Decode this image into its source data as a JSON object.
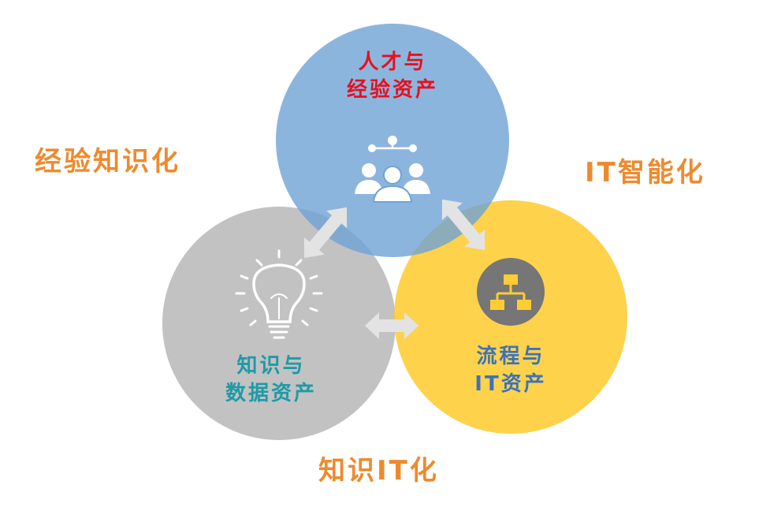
{
  "outer_labels": {
    "experience_knowledge": "经验知识化",
    "it_intelligence": "IT智能化",
    "knowledge_it": "知识IT化"
  },
  "circles": {
    "talent": {
      "line1": "人才与",
      "line2": "经验资产",
      "icon": "people-network-icon",
      "fill": "#6FA3D6",
      "text_color": "#E8101E"
    },
    "knowledge": {
      "line1": "知识与",
      "line2": "数据资产",
      "icon": "lightbulb-icon",
      "fill": "#B5B5B5",
      "text_color": "#1E9AA8"
    },
    "process": {
      "line1": "流程与",
      "line2": "IT资产",
      "icon": "flowchart-icon",
      "fill": "#FFCC33",
      "text_color": "#3D72B8"
    }
  },
  "colors": {
    "outer_label": "#EE8A2E",
    "arrow": "#E3E3E3"
  }
}
